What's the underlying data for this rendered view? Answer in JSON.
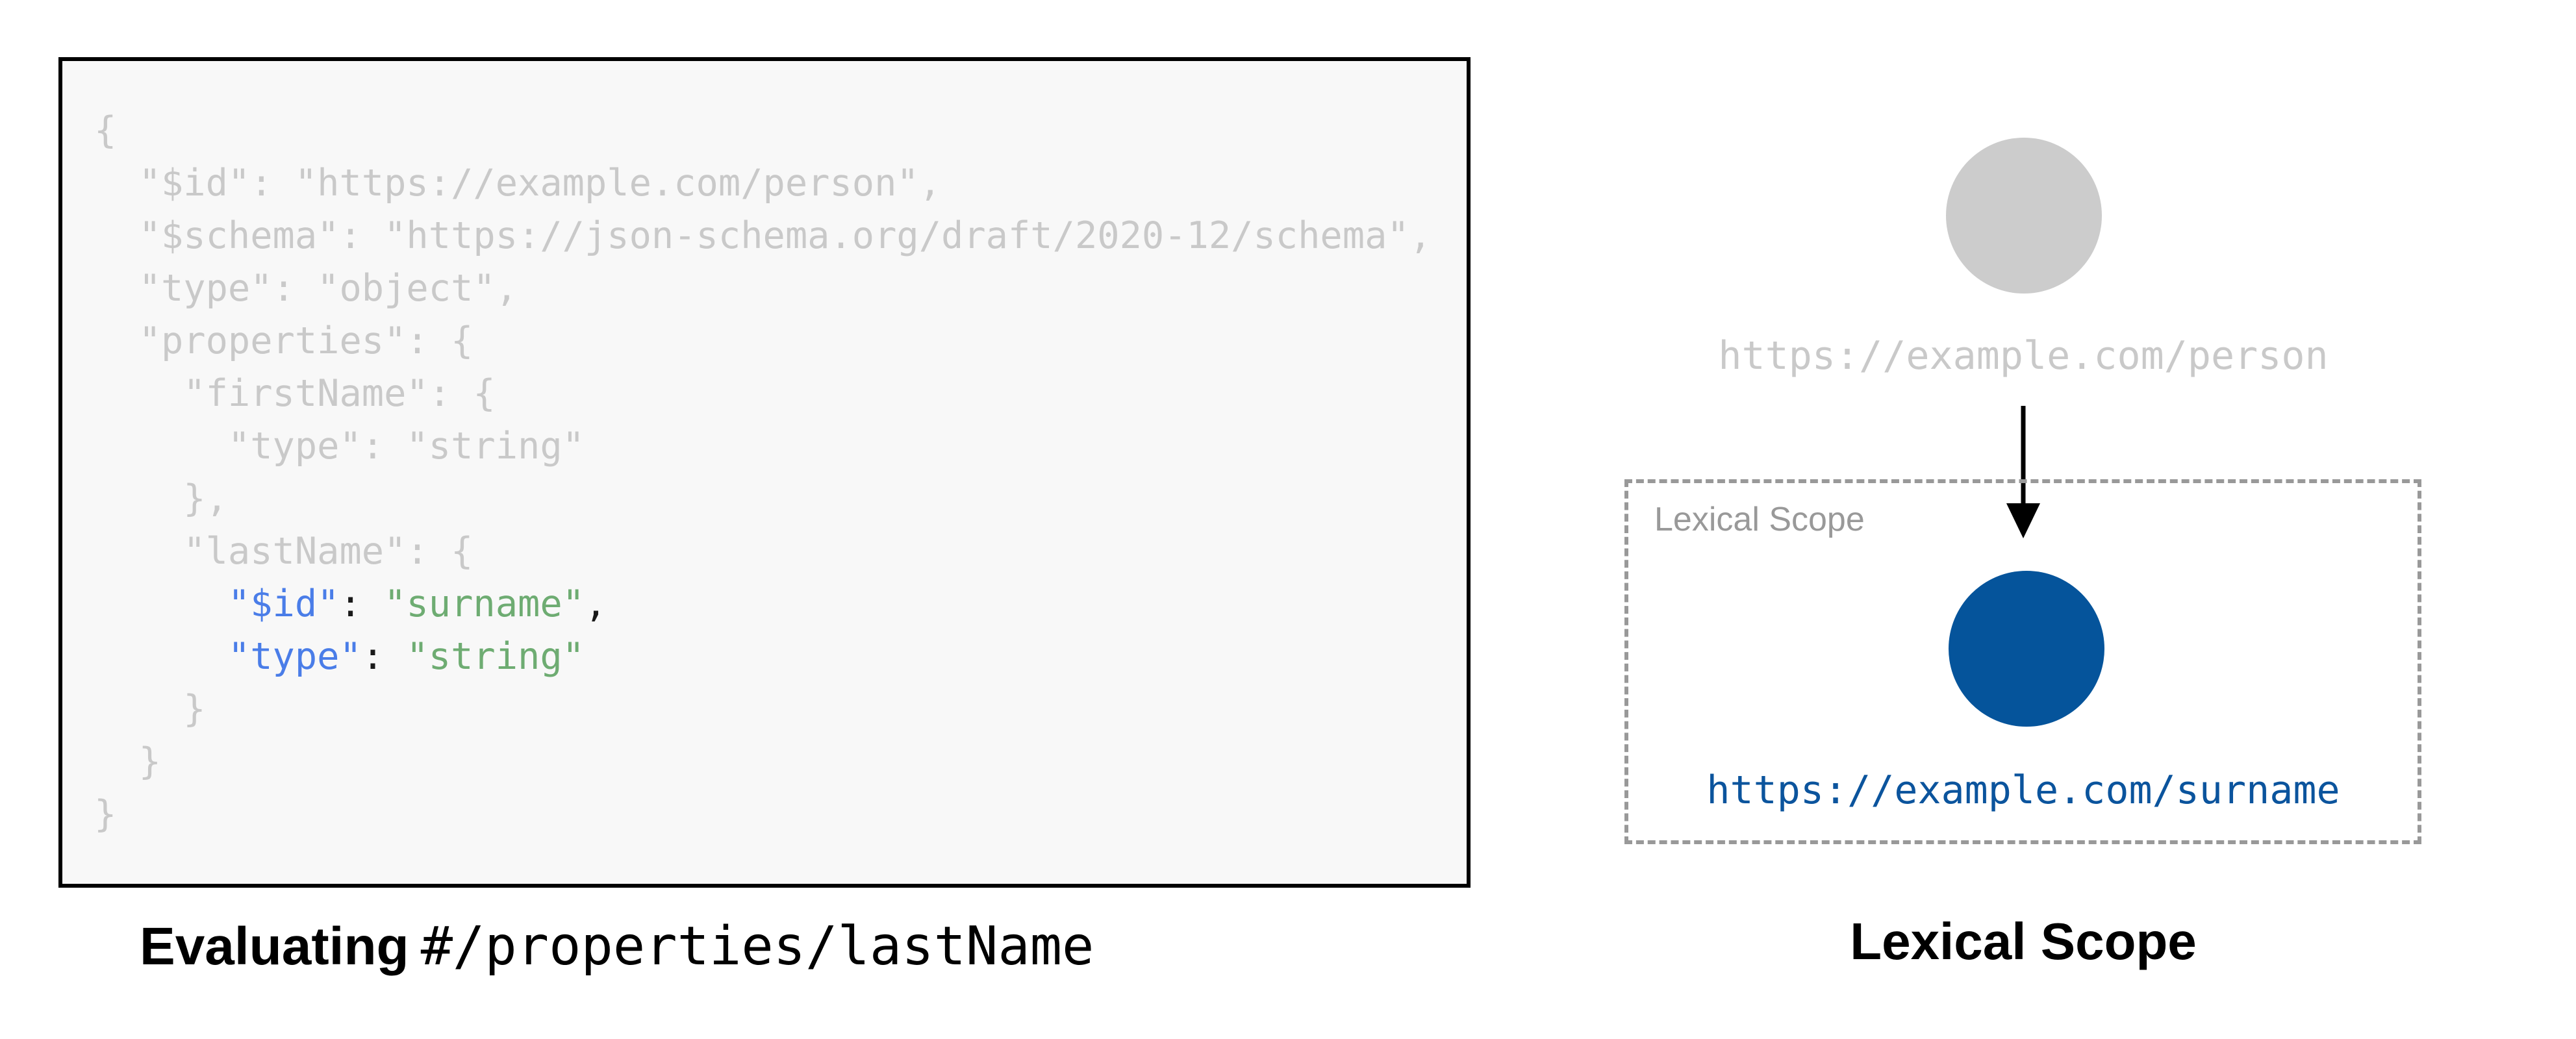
{
  "schema_panel": {
    "code_lines": [
      [
        [
          "muted",
          "{"
        ]
      ],
      [
        [
          "muted",
          "  \"$id\": \"https://example.com/person\","
        ]
      ],
      [
        [
          "muted",
          "  \"$schema\": \"https://json-schema.org/draft/2020-12/schema\","
        ]
      ],
      [
        [
          "muted",
          "  \"type\": \"object\","
        ]
      ],
      [
        [
          "muted",
          "  \"properties\": {"
        ]
      ],
      [
        [
          "muted",
          "    \"firstName\": {"
        ]
      ],
      [
        [
          "muted",
          "      \"type\": \"string\""
        ]
      ],
      [
        [
          "muted",
          "    },"
        ]
      ],
      [
        [
          "muted",
          "    \"lastName\": {"
        ]
      ],
      [
        [
          "muted",
          "      "
        ],
        [
          "key",
          "\"$id\""
        ],
        [
          "punct",
          ": "
        ],
        [
          "str",
          "\"surname\""
        ],
        [
          "punct",
          ","
        ]
      ],
      [
        [
          "muted",
          "      "
        ],
        [
          "key",
          "\"type\""
        ],
        [
          "punct",
          ": "
        ],
        [
          "str",
          "\"string\""
        ]
      ],
      [
        [
          "muted",
          "    }"
        ]
      ],
      [
        [
          "muted",
          "  }"
        ]
      ],
      [
        [
          "muted",
          "}"
        ]
      ]
    ],
    "caption_bold": "Evaluating",
    "caption_path": "#/properties/lastName"
  },
  "scope_panel": {
    "parent_uri": "https://example.com/person",
    "box_label": "Lexical Scope",
    "child_uri": "https://example.com/surname",
    "caption": "Lexical Scope"
  },
  "colors": {
    "code_background": "#f8f8f8",
    "muted_gray": "#c9c9c9",
    "key_blue": "#4a7de8",
    "string_green": "#6eac72",
    "punct_dark": "#1a1a1a",
    "parent_circle_gray": "#cccccc",
    "child_circle_blue": "#05549b",
    "uri_blue": "#0b549d",
    "dashed_border_gray": "#999999",
    "arrow_black": "#000000"
  }
}
